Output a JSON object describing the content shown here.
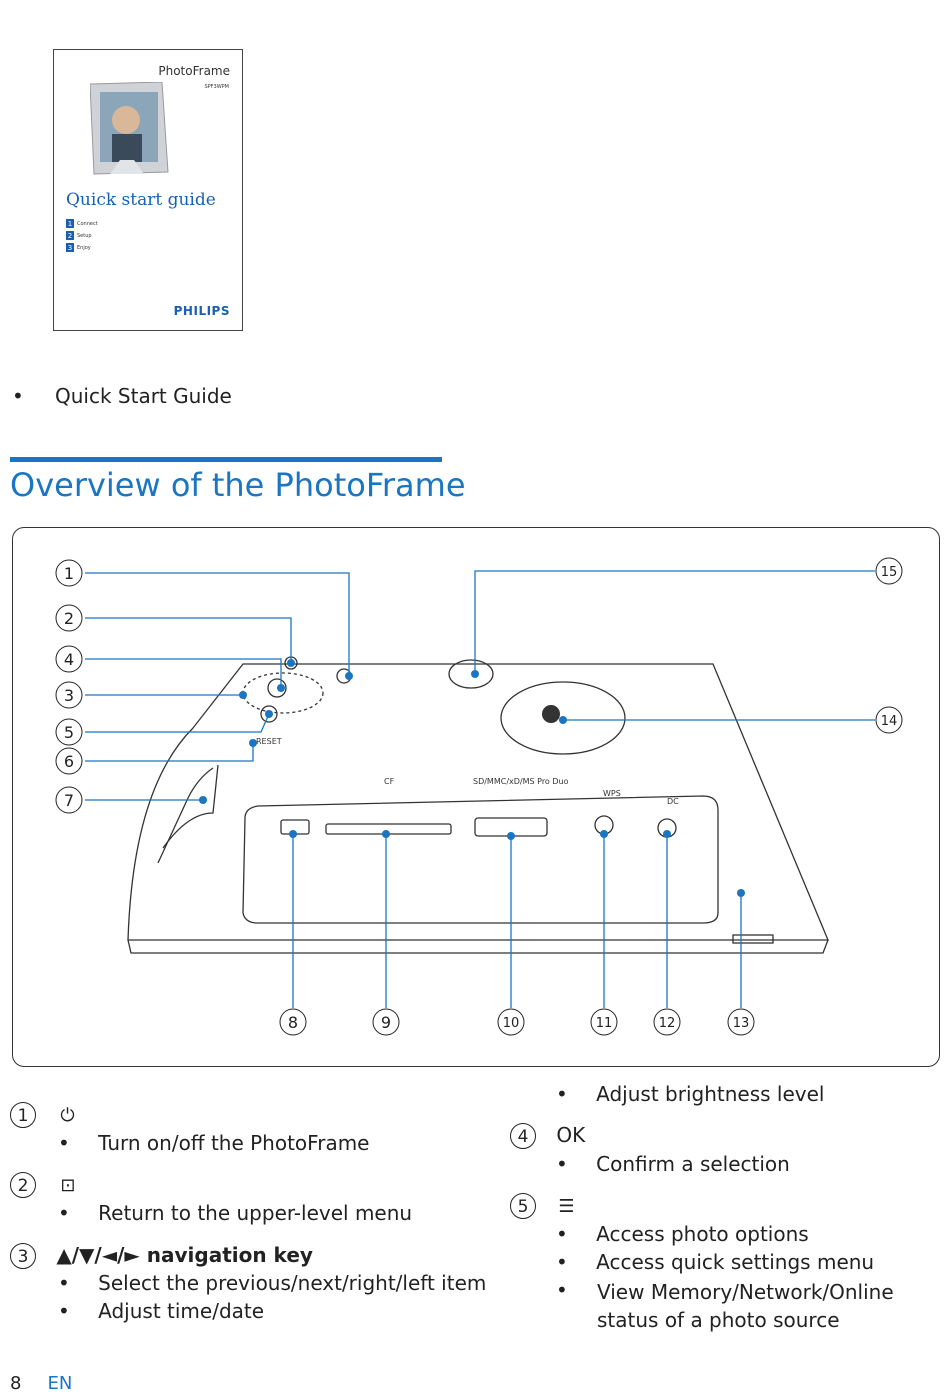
{
  "booklet": {
    "title": "PhotoFrame",
    "model": "SPF3WPM",
    "subtitle": "Quick start guide",
    "steps": [
      {
        "num": "1",
        "label": "Connect"
      },
      {
        "num": "2",
        "label": "Setup"
      },
      {
        "num": "3",
        "label": "Enjoy"
      }
    ],
    "brand": "PHILIPS"
  },
  "intro_bullet": "Quick Start Guide",
  "section_heading": "Overview of the PhotoFrame",
  "diagram": {
    "callouts": [
      "1",
      "2",
      "3",
      "4",
      "5",
      "6",
      "7",
      "8",
      "9",
      "10",
      "11",
      "12",
      "13",
      "14",
      "15"
    ],
    "labels": {
      "reset": "RESET",
      "cf": "CF",
      "sd": "SD/MMC/xD/MS Pro Duo",
      "wps": "WPS",
      "dc": "DC"
    }
  },
  "items_left": [
    {
      "num": "1",
      "icon": "power-icon",
      "title": "",
      "bullets": [
        "Turn on/off the PhotoFrame"
      ]
    },
    {
      "num": "2",
      "icon": "play-icon",
      "title": "",
      "bullets": [
        "Return to the upper-level menu"
      ]
    },
    {
      "num": "3",
      "icon": "",
      "title": "▲/▼/◄/► navigation key",
      "bullets": [
        "Select the previous/next/right/left item",
        "Adjust time/date"
      ]
    }
  ],
  "items_right": [
    {
      "num": "",
      "icon": "",
      "title": "",
      "bullets": [
        "Adjust brightness level"
      ]
    },
    {
      "num": "4",
      "icon": "",
      "title": "OK",
      "bullets": [
        "Confirm a selection"
      ]
    },
    {
      "num": "5",
      "icon": "menu-icon",
      "title": "",
      "bullets": [
        "Access photo options",
        "Access quick settings menu",
        "View Memory/Network/Online status of a photo source"
      ]
    }
  ],
  "footer": {
    "page": "8",
    "lang": "EN"
  }
}
